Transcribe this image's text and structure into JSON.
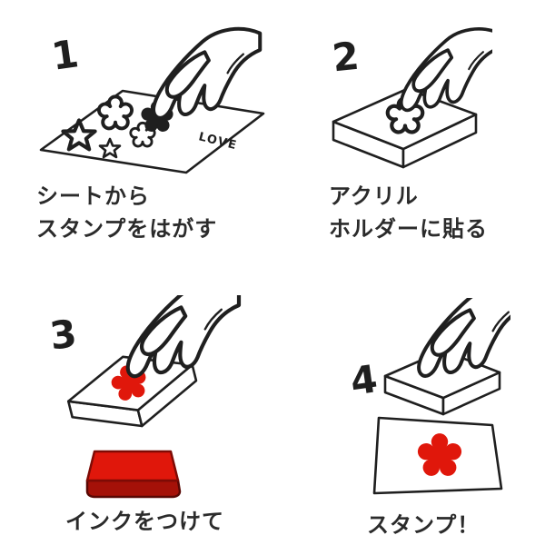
{
  "colors": {
    "line": "#1f1f1f",
    "ink": "#e0170b"
  },
  "steps": [
    {
      "number": "1",
      "caption": [
        "シートから",
        "スタンプをはがす"
      ]
    },
    {
      "number": "2",
      "caption": [
        "アクリル",
        "ホルダーに貼る"
      ]
    },
    {
      "number": "3",
      "caption": [
        "インクをつけて"
      ]
    },
    {
      "number": "4",
      "caption": [
        "スタンプ！"
      ]
    }
  ],
  "sheet_label": "LOVE"
}
